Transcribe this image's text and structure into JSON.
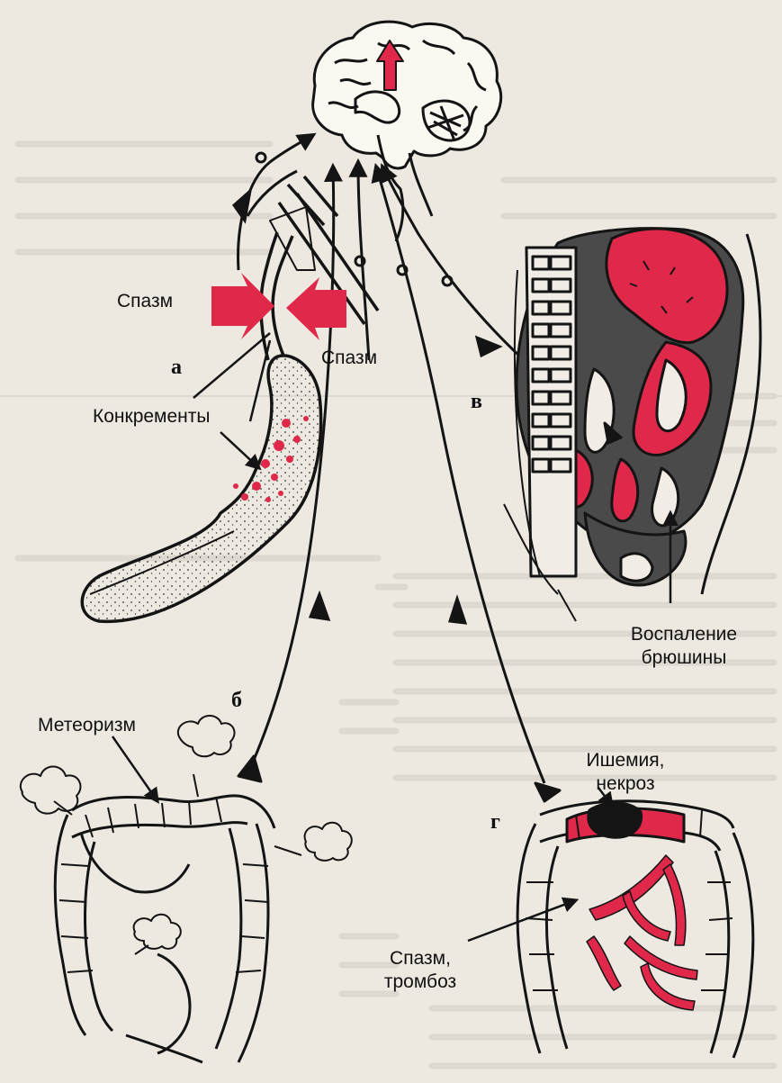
{
  "labels": {
    "spasm_a": "Спазм",
    "spasm_center": "Спазм",
    "concrements": "Конкременты",
    "meteorism": "Метеоризм",
    "ischemia_line1": "Ишемия,",
    "ischemia_line2": "некроз",
    "spasm_thrombosis_line1": "Спазм,",
    "spasm_thrombosis_line2": "тромбоз",
    "peritonitis_line1": "Воспаление",
    "peritonitis_line2": "брюшины"
  },
  "panel_letters": {
    "a": "а",
    "b": "б",
    "v": "в",
    "g": "г"
  },
  "colors": {
    "accent_red": "#e0284a",
    "ink": "#141414",
    "paper": "#f1ede6",
    "organ_gray": "#4a4a4a"
  }
}
